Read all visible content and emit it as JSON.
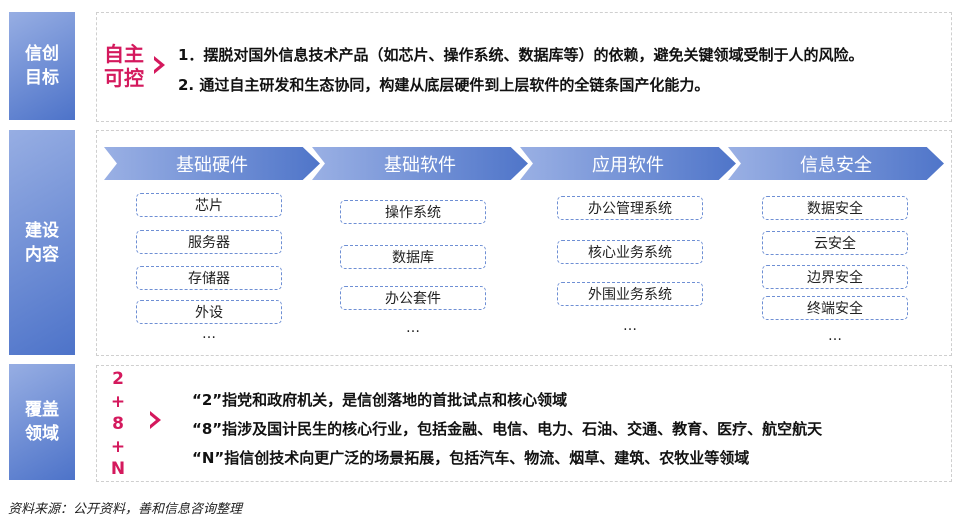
{
  "rows": {
    "goal": {
      "label": "信创目标",
      "accent": "自主可控",
      "lines": [
        "1．摆脱对国外信息技术产品（如芯片、操作系统、数据库等）的依赖，避免关键领域受制于人的风险。",
        "2.  通过自主研发和生态协同，构建从底层硬件到上层软件的全链条国产化能力。"
      ]
    },
    "build": {
      "label": "建设内容",
      "columns": [
        {
          "title": "基础硬件",
          "items": [
            "芯片",
            "服务器",
            "存储器",
            "外设"
          ],
          "more": "…"
        },
        {
          "title": "基础软件",
          "items": [
            "操作系统",
            "数据库",
            "办公套件"
          ],
          "more": "…"
        },
        {
          "title": "应用软件",
          "items": [
            "办公管理系统",
            "核心业务系统",
            "外围业务系统"
          ],
          "more": "…"
        },
        {
          "title": "信息安全",
          "items": [
            "数据安全",
            "云安全",
            "边界安全",
            "终端安全"
          ],
          "more": "…"
        }
      ]
    },
    "cover": {
      "label": "覆盖领域",
      "accent": [
        "2",
        "+",
        "8",
        "+",
        "N"
      ],
      "lines": [
        "“2”指党和政府机关，是信创落地的首批试点和核心领域",
        "“8”指涉及国计民生的核心行业，包括金融、电信、电力、石油、交通、教育、医疗、航空航天",
        "“N”指信创技术向更广泛的场景拓展，包括汽车、物流、烟草、建筑、农牧业等领域"
      ]
    }
  },
  "source": "资料来源：公开资料，善和信息咨询整理",
  "colors": {
    "accent": "#d4195d",
    "blue": "#4f75c9"
  }
}
